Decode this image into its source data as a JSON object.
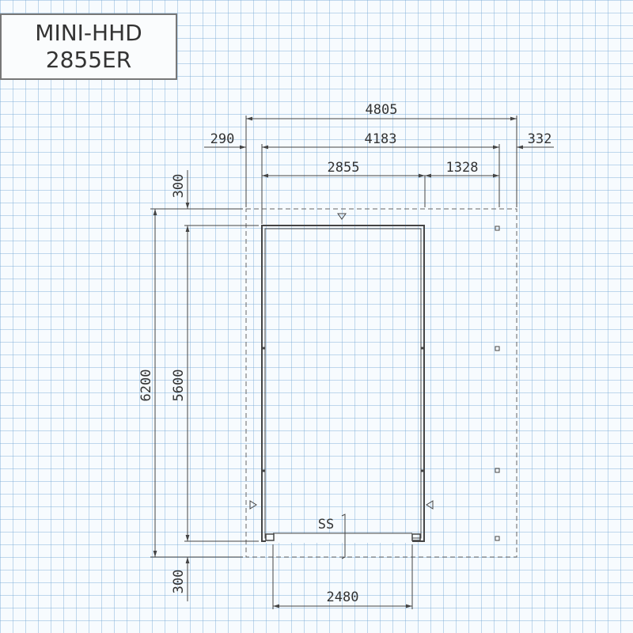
{
  "title": {
    "line1": "MINI-HHD",
    "line2": "2855ER"
  },
  "dimensions": {
    "total_width": "4805",
    "left_margin": "290",
    "inner_width": "4183",
    "right_margin": "332",
    "unit_width": "2855",
    "extra_width": "1328",
    "total_depth": "6200",
    "unit_depth": "5600",
    "top_margin": "300",
    "bottom_margin": "300",
    "door_width": "2480",
    "door_label": "SS"
  },
  "colors": {
    "line": "#444444",
    "grid": "#78aad7"
  }
}
